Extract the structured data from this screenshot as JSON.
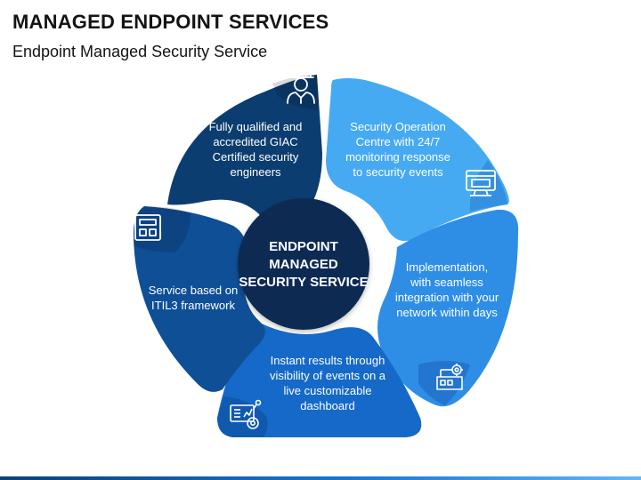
{
  "header": {
    "title": "MANAGED ENDPOINT SERVICES",
    "subtitle": "Endpoint Managed Security Service"
  },
  "center": {
    "lines": [
      "ENDPOINT",
      "MANAGED",
      "SECURITY SERVICE"
    ],
    "color": "#0a2a52"
  },
  "segments": [
    {
      "id": "engineers",
      "lines": [
        "Fully qualified and",
        "accredited GIAC",
        "Certified security",
        "engineers"
      ],
      "color": "#0c3d70",
      "icon": "engineer-icon"
    },
    {
      "id": "soc",
      "lines": [
        "Security Operation",
        "Centre with 24/7",
        "monitoring response",
        "to security events"
      ],
      "color": "#45aaf2",
      "icon": "monitor-icon"
    },
    {
      "id": "implementation",
      "lines": [
        "Implementation,",
        "with seamless",
        "integration with your",
        "network within days"
      ],
      "color": "#2e8ee6",
      "icon": "network-gear-icon"
    },
    {
      "id": "dashboard",
      "lines": [
        "Instant results through",
        "visibility of events on a",
        "live customizable",
        "dashboard"
      ],
      "color": "#1569c8",
      "icon": "dashboard-icon"
    },
    {
      "id": "itil",
      "lines": [
        "Service based on",
        "ITIL3 framework"
      ],
      "color": "#0e4f96",
      "icon": "calculator-icon"
    }
  ]
}
